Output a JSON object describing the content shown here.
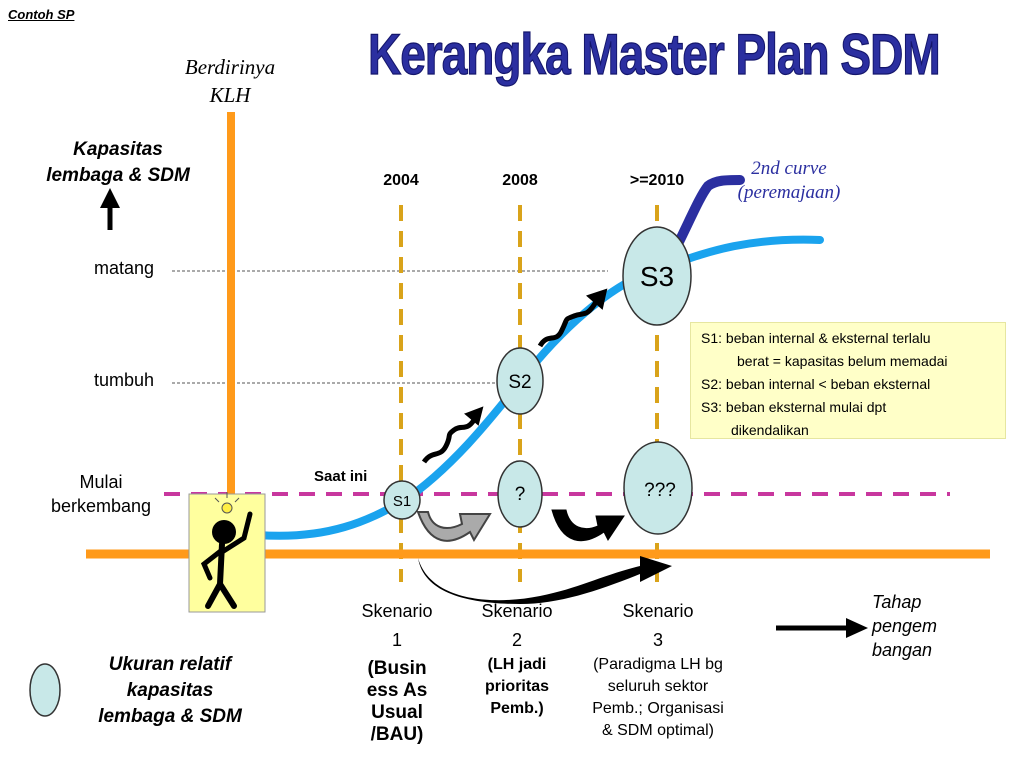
{
  "header": {
    "corner_label": "Contoh SP",
    "title": "Kerangka Master Plan SDM"
  },
  "annotations": {
    "founding_line1": "Berdirinya",
    "founding_line2": "KLH",
    "y_axis_line1": "Kapasitas",
    "y_axis_line2": "lembaga & SDM",
    "second_curve_line1": "2nd curve",
    "second_curve_line2": "(peremajaan)",
    "current": "Saat ini"
  },
  "years": [
    "2004",
    "2008",
    ">=2010"
  ],
  "levels": {
    "mature": "matang",
    "growing": "tumbuh",
    "starting_line1": "Mulai",
    "starting_line2": "berkembang"
  },
  "nodes": {
    "s1": "S1",
    "s2": "S2",
    "s3": "S3",
    "q1": "?",
    "q3": "???"
  },
  "legend_box": {
    "line1": "S1: beban internal & eksternal terlalu",
    "line2": "berat = kapasitas belum memadai",
    "line3": "S2: beban internal < beban eksternal",
    "line4": "S3: beban eksternal mulai dpt",
    "line5": "dikendalikan"
  },
  "scenarios": [
    {
      "name": "Skenario",
      "number": "1",
      "desc1": "(Busin",
      "desc2": "ess As",
      "desc3": "Usual",
      "desc4": "/BAU)"
    },
    {
      "name": "Skenario",
      "number": "2",
      "desc1": "(LH jadi",
      "desc2": "prioritas",
      "desc3": "Pemb.)"
    },
    {
      "name": "Skenario",
      "number": "3",
      "desc1": "(Paradigma LH bg",
      "desc2": "seluruh sektor",
      "desc3": "Pemb.; Organisasi",
      "desc4": "& SDM optimal)"
    }
  ],
  "x_axis_label": {
    "line1": "Tahap",
    "line2": "pengem",
    "line3": "bangan"
  },
  "size_legend": {
    "line1": "Ukuran relatif",
    "line2": "kapasitas",
    "line3": "lembaga & SDM"
  },
  "colors": {
    "axis_orange": "#ff9a1a",
    "curve_blue": "#1aa3ee",
    "second_curve_navy": "#2b2fa0",
    "dashed_magenta": "#c8379e",
    "year_line_gold": "#d9a31a",
    "node_fill": "#c8e8e8",
    "legend_fill": "#ffffc8"
  }
}
